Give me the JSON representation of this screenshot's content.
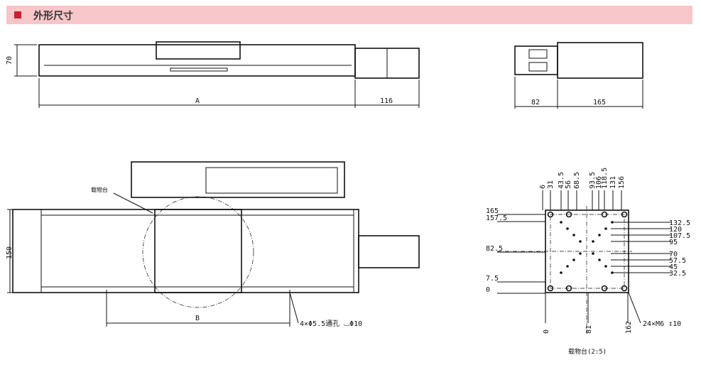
{
  "header": {
    "title": "外形尺寸",
    "accent": "#c8202c",
    "background": "#f7c6c8"
  },
  "top_view": {
    "height": "70",
    "length": "A",
    "motor_length": "116"
  },
  "end_view": {
    "width_left": "82",
    "width_right": "165"
  },
  "plan_view": {
    "width": "150",
    "pitch": "B",
    "holes": "4×Φ5.5通孔 ⌴Φ10",
    "stage_label": "载物台"
  },
  "stage_detail": {
    "top_dims": [
      "6",
      "31",
      "43.5",
      "56",
      "68.5",
      "93.5",
      "106",
      "118.5",
      "131",
      "156"
    ],
    "left_dims": [
      "165",
      "157.5",
      "82.5",
      "7.5",
      "0"
    ],
    "right_dims": [
      "132.5",
      "120",
      "107.5",
      "95",
      "70",
      "57.5",
      "45",
      "32.5"
    ],
    "bottom_dims": [
      "0",
      "81",
      "162"
    ],
    "thread": "24×M6 ↧10",
    "caption": "载物台(2:5)"
  }
}
